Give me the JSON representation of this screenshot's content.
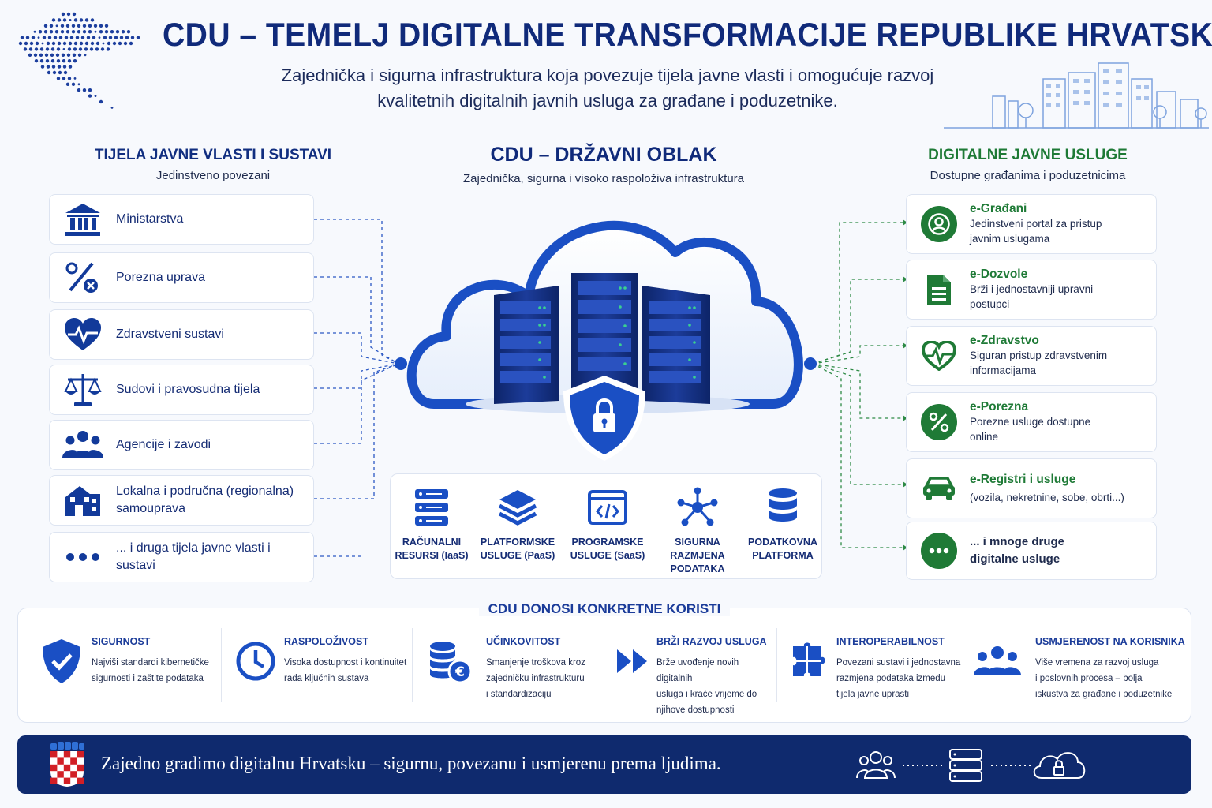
{
  "header": {
    "title": "CDU – TEMELJ DIGITALNE TRANSFORMACIJE REPUBLIKE HRVATSKE",
    "subtitle_line1": "Zajednička i sigurna infrastruktura koja povezuje tijela javne vlasti i omogućuje razvoj",
    "subtitle_line2": "kvalitetnih digitalnih javnih usluga za građane i poduzetnike."
  },
  "left": {
    "title": "TIJELA JAVNE VLASTI I SUSTAVI",
    "subtitle": "Jedinstveno povezani",
    "items": [
      {
        "icon": "government-building-icon",
        "label": "Ministarstva"
      },
      {
        "icon": "percent-tax-icon",
        "label": "Porezna uprava"
      },
      {
        "icon": "heart-pulse-icon",
        "label": "Zdravstveni sustavi"
      },
      {
        "icon": "scales-of-justice-icon",
        "label": "Sudovi i pravosudna tijela"
      },
      {
        "icon": "people-group-icon",
        "label": "Agencije i zavodi"
      },
      {
        "icon": "local-building-icon",
        "label": "Lokalna i područna (regionalna) samouprava"
      },
      {
        "icon": "more-dots-icon",
        "label": "... i druga tijela javne vlasti i sustavi"
      }
    ]
  },
  "center": {
    "title": "CDU – DRŽAVNI OBLAK",
    "subtitle": "Zajednička, sigurna i visoko raspoloživa infrastruktura",
    "services": [
      {
        "icon": "server-rack-icon",
        "line1": "RAČUNALNI",
        "line2": "RESURSI (IaaS)",
        "line3": ""
      },
      {
        "icon": "layers-icon",
        "line1": "PLATFORMSKE",
        "line2": "USLUGE (PaaS)",
        "line3": ""
      },
      {
        "icon": "code-window-icon",
        "line1": "PROGRAMSKE",
        "line2": "USLUGE (SaaS)",
        "line3": ""
      },
      {
        "icon": "network-hub-icon",
        "line1": "SIGURNA",
        "line2": "RAZMJENA",
        "line3": "PODATAKA"
      },
      {
        "icon": "database-icon",
        "line1": "PODATKOVNA",
        "line2": "PLATFORMA",
        "line3": ""
      }
    ]
  },
  "right": {
    "title": "DIGITALNE JAVNE USLUGE",
    "subtitle": "Dostupne građanima i poduzetnicima",
    "items": [
      {
        "icon": "user-icon",
        "title": "e-Građani",
        "line1": "Jedinstveni portal za pristup",
        "line2": "javnim uslugama"
      },
      {
        "icon": "document-icon",
        "title": "e-Dozvole",
        "line1": "Brži i jednostavniji upravni",
        "line2": "postupci"
      },
      {
        "icon": "heart-pulse-icon",
        "title": "e-Zdravstvo",
        "line1": "Siguran pristup zdravstvenim",
        "line2": "informacijama"
      },
      {
        "icon": "percent-icon",
        "title": "e-Porezna",
        "line1": "Porezne usluge dostupne",
        "line2": "online"
      },
      {
        "icon": "car-icon",
        "title": "e-Registri i usluge",
        "line1": "(vozila, nekretnine, sobe, obrti...)",
        "line2": ""
      },
      {
        "icon": "more-dots-icon",
        "title": "... i mnoge druge",
        "line1": "digitalne usluge",
        "line2": ""
      }
    ]
  },
  "benefits": {
    "title": "CDU DONOSI KONKRETNE KORISTI",
    "items": [
      {
        "icon": "shield-check-icon",
        "title": "SIGURNOST",
        "lines": [
          "Najviši standardi kibernetičke",
          "sigurnosti i zaštite podataka"
        ]
      },
      {
        "icon": "clock-icon",
        "title": "RASPOLOŽIVOST",
        "lines": [
          "Visoka dostupnost i kontinuitet",
          "rada ključnih sustava"
        ]
      },
      {
        "icon": "coins-euro-icon",
        "title": "UČINKOVITOST",
        "lines": [
          "Smanjenje troškova kroz",
          "zajedničku infrastrukturu",
          "i standardizaciju"
        ]
      },
      {
        "icon": "fast-forward-icon",
        "title": "BRŽI RAZVOJ USLUGA",
        "lines": [
          "Brže uvođenje novih digitalnih",
          "usluga i kraće vrijeme do",
          "njihove dostupnosti"
        ]
      },
      {
        "icon": "puzzle-icon",
        "title": "INTEROPERABILNOST",
        "lines": [
          "Povezani sustavi i jednostavna",
          "razmjena podataka između",
          "tijela javne uprasti"
        ]
      },
      {
        "icon": "users-icon",
        "title": "USMJERENOST NA KORISNIKA",
        "lines": [
          "Više vremena za razvoj usluga",
          "i poslovnih procesa – bolja",
          "iskustva za građane i poduzetnike"
        ]
      }
    ]
  },
  "footer": {
    "text": "Zajedno gradimo digitalnu Hrvatsku – sigurnu, povezanu i usmjerenu prema ljudima."
  },
  "colors": {
    "navy": "#102a7a",
    "blue": "#1a4fc4",
    "green": "#1f7a36",
    "footer": "#0f2a6e"
  }
}
